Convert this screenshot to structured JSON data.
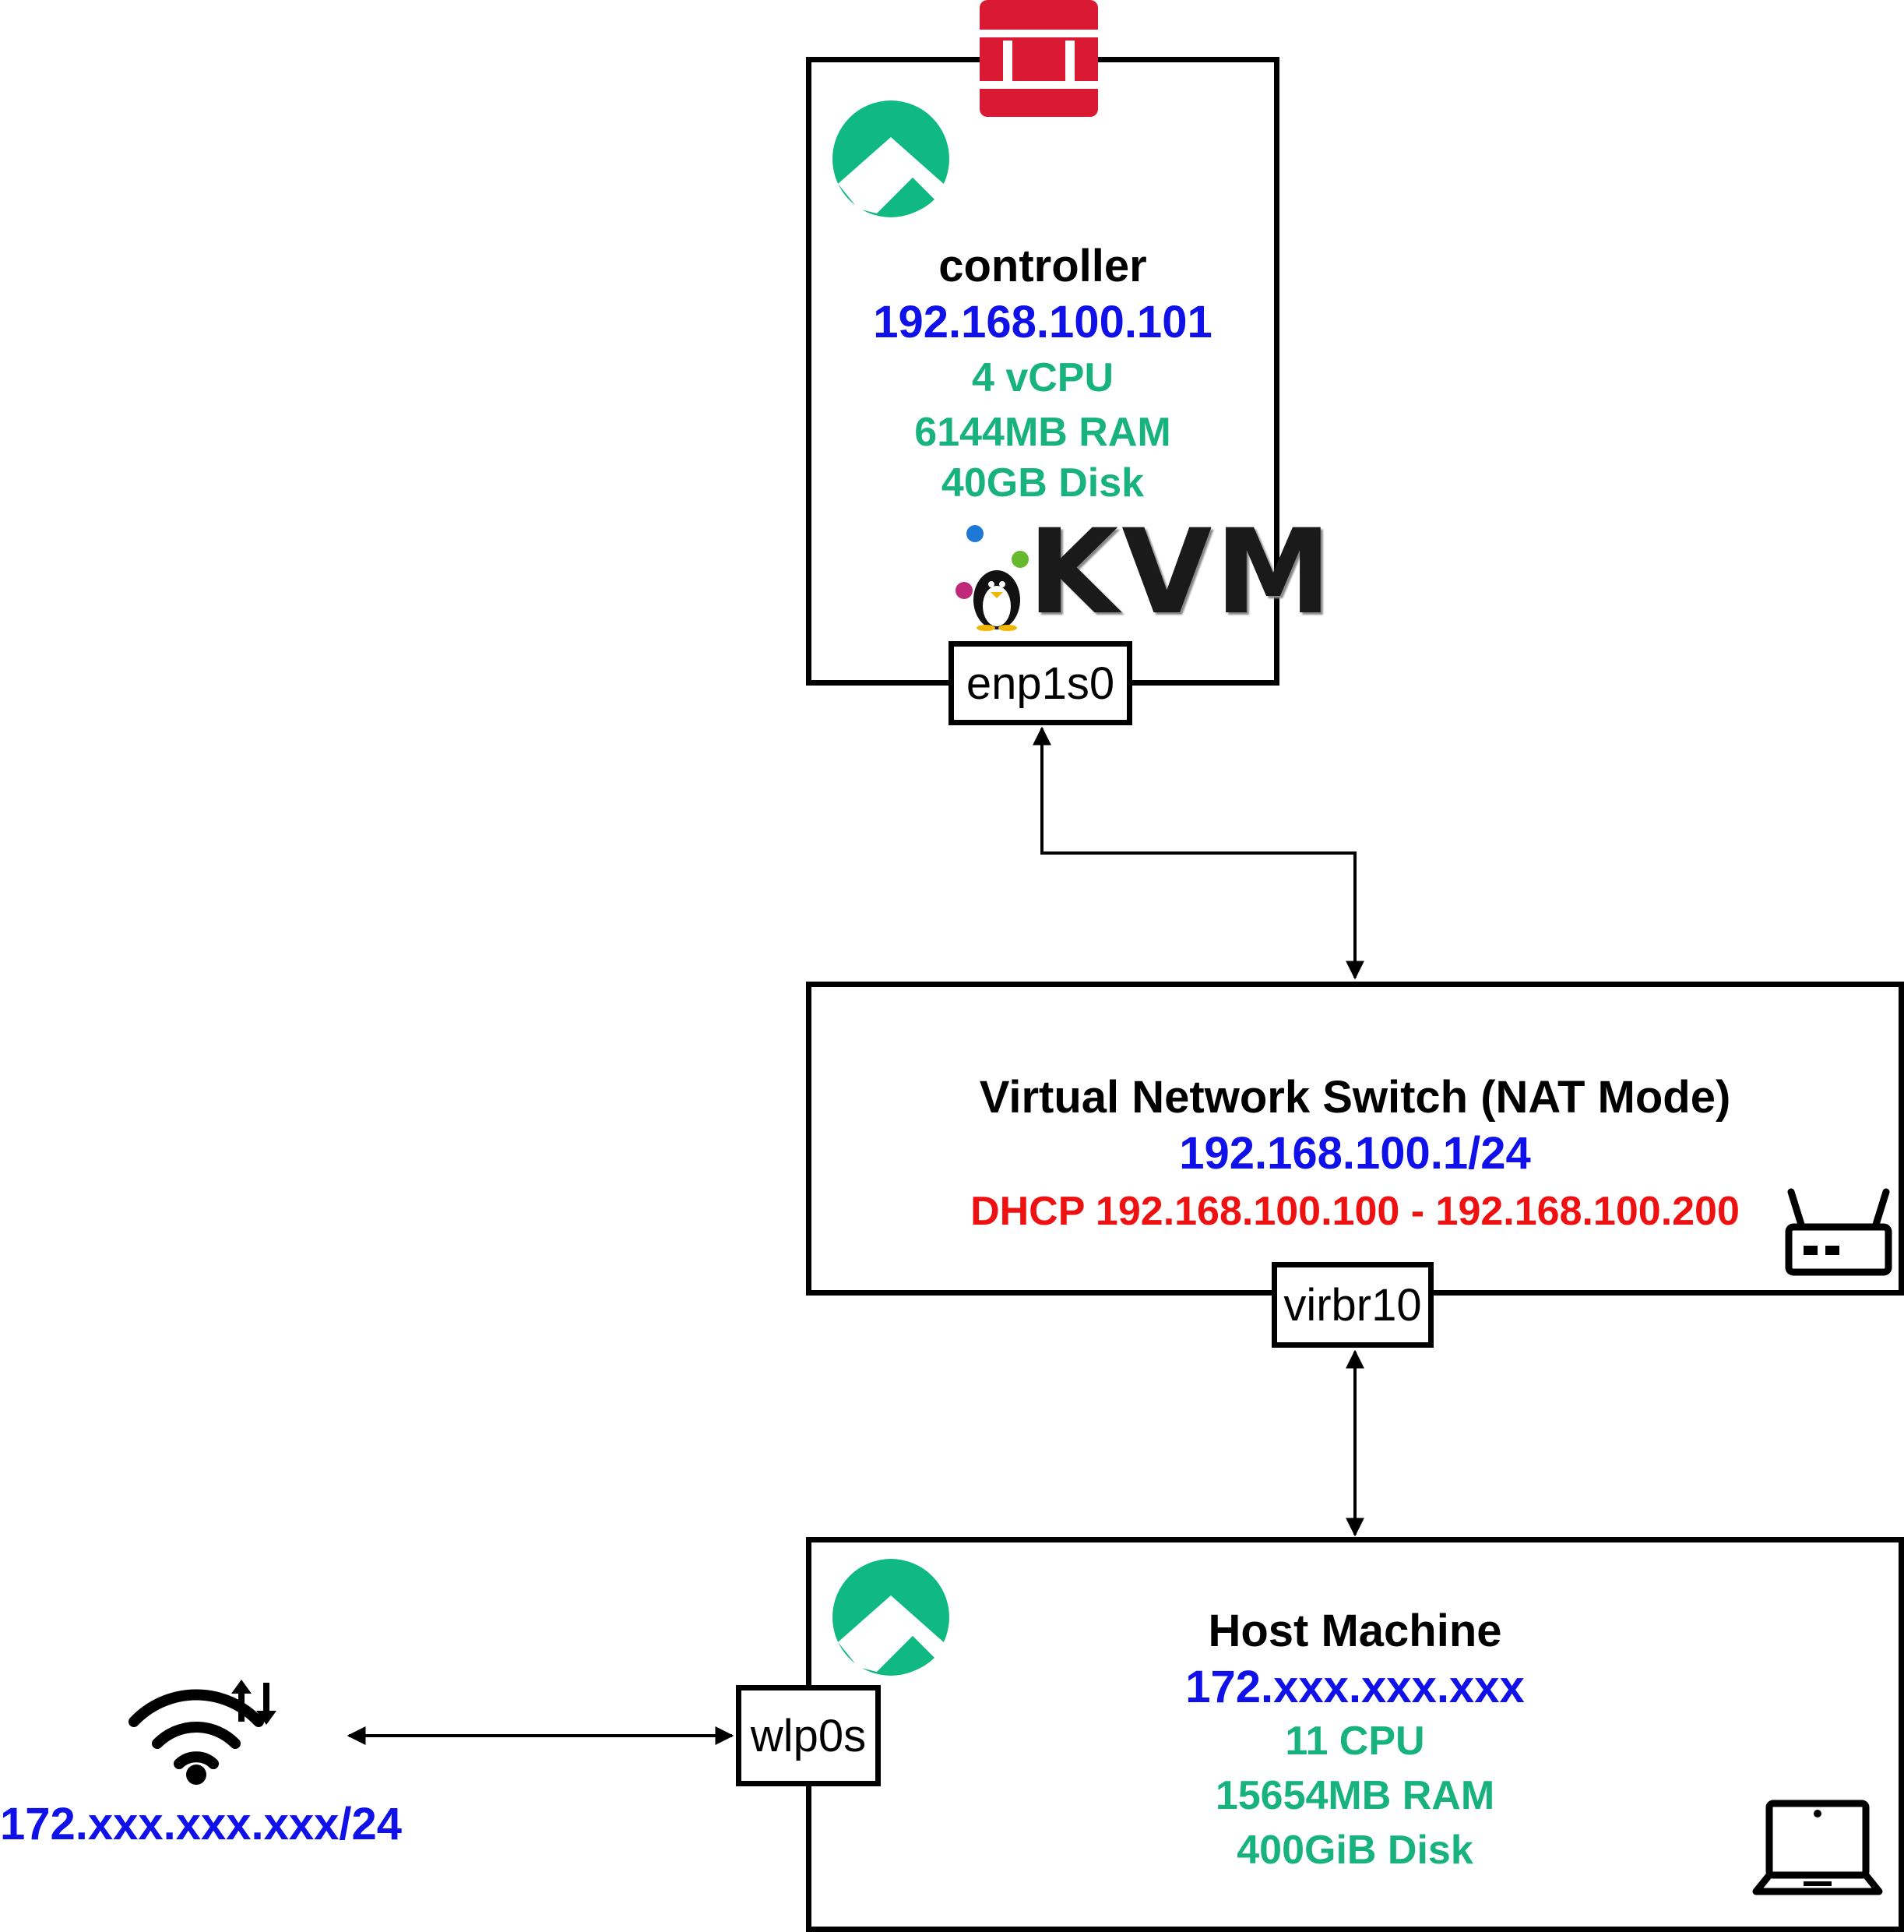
{
  "controller": {
    "title": "controller",
    "ip": "192.168.100.101",
    "cpu": "4 vCPU",
    "ram": "6144MB RAM",
    "disk": "40GB Disk",
    "port": "enp1s0",
    "logo_text": "KVM"
  },
  "switch": {
    "title": "Virtual Network Switch (NAT Mode)",
    "ip": "192.168.100.1/24",
    "dhcp": "DHCP 192.168.100.100 - 192.168.100.200",
    "port": "virbr10"
  },
  "host": {
    "title": "Host Machine",
    "ip": "172.xxx.xxx.xxx",
    "cpu": "11 CPU",
    "ram": "15654MB RAM",
    "disk": "400GiB Disk",
    "port": "wlp0s"
  },
  "wifi": {
    "ip": "172.xxx.xxx.xxx/24"
  },
  "icons": {
    "openstack": "openstack-logo-icon",
    "rocky": "rocky-linux-logo-icon",
    "kvm": "kvm-logo-icon",
    "router": "router-icon",
    "laptop": "laptop-icon",
    "wifi": "wifi-transfer-icon"
  },
  "colors": {
    "ip": "#1010e8",
    "resources": "#17b27e",
    "dhcp": "#ee1111",
    "rocky": "#10b981",
    "openstack": "#da1a32"
  }
}
